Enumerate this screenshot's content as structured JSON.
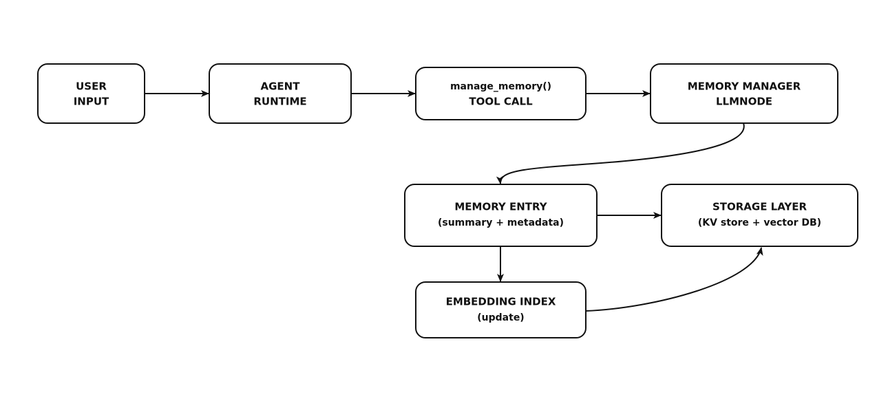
{
  "nodes": [
    {
      "id": "user_input",
      "lines": [
        "USER",
        "INPUT"
      ]
    },
    {
      "id": "agent_runtime",
      "lines": [
        "AGENT",
        "RUNTIME"
      ]
    },
    {
      "id": "tool_call",
      "lines": [
        "manage_memory()",
        "TOOL CALL"
      ]
    },
    {
      "id": "memory_manager",
      "lines": [
        "MEMORY MANAGER",
        "LLMNODE"
      ]
    },
    {
      "id": "memory_entry",
      "lines": [
        "MEMORY ENTRY",
        "(summary + metadata)"
      ]
    },
    {
      "id": "storage_layer",
      "lines": [
        "STORAGE LAYER",
        "(KV store + vector DB)"
      ]
    },
    {
      "id": "embedding_index",
      "lines": [
        "EMBEDDING INDEX",
        "(update)"
      ]
    }
  ],
  "edges": [
    {
      "from": "user_input",
      "to": "agent_runtime"
    },
    {
      "from": "agent_runtime",
      "to": "tool_call"
    },
    {
      "from": "tool_call",
      "to": "memory_manager"
    },
    {
      "from": "memory_manager",
      "to": "memory_entry"
    },
    {
      "from": "memory_entry",
      "to": "storage_layer"
    },
    {
      "from": "memory_entry",
      "to": "embedding_index"
    },
    {
      "from": "embedding_index",
      "to": "storage_layer"
    }
  ]
}
